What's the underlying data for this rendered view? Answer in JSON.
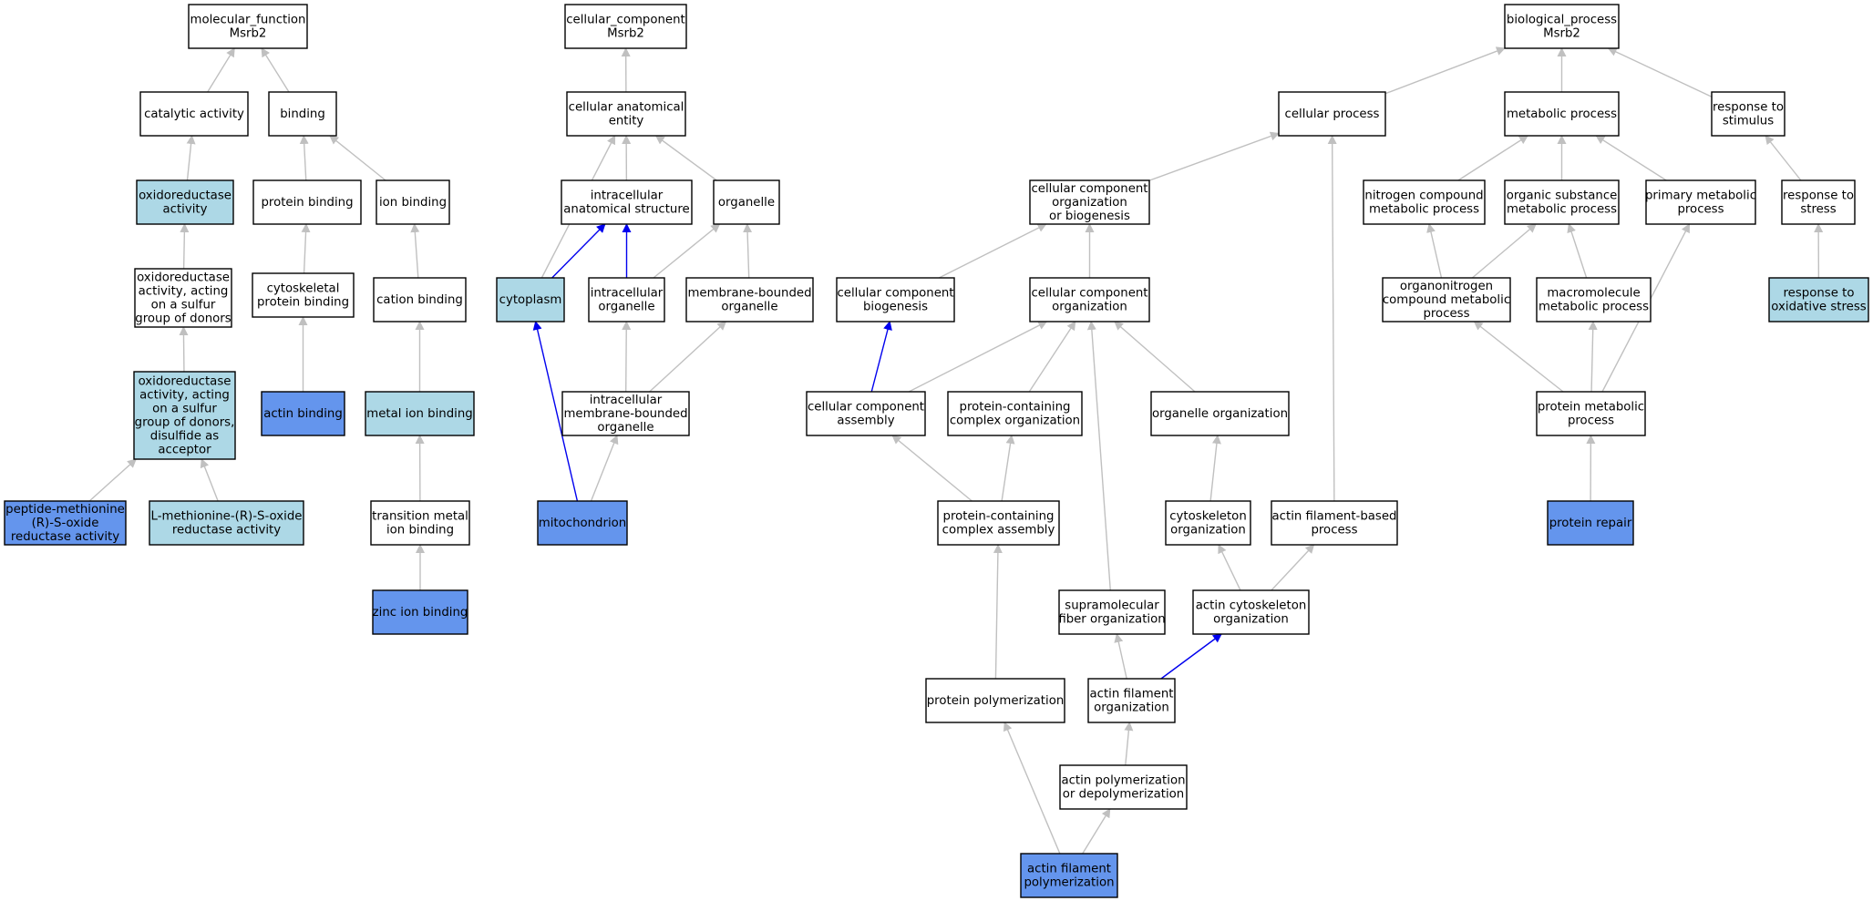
{
  "colors": {
    "default_fill": "#ffffff",
    "light_blue": "#add8e6",
    "medium_blue": "#6495ed",
    "edge_gray": "#c0c0c0",
    "edge_blue": "#0000ee"
  },
  "nodes": [
    {
      "id": "mf",
      "lines": [
        "molecular_function",
        "Msrb2"
      ],
      "fill": "default"
    },
    {
      "id": "catalytic",
      "lines": [
        "catalytic activity"
      ],
      "fill": "default"
    },
    {
      "id": "binding",
      "lines": [
        "binding"
      ],
      "fill": "default"
    },
    {
      "id": "oxred",
      "lines": [
        "oxidoreductase",
        "activity"
      ],
      "fill": "light"
    },
    {
      "id": "protbind",
      "lines": [
        "protein binding"
      ],
      "fill": "default"
    },
    {
      "id": "ionbind",
      "lines": [
        "ion binding"
      ],
      "fill": "default"
    },
    {
      "id": "oxsulfur",
      "lines": [
        "oxidoreductase",
        "activity, acting",
        "on a sulfur",
        "group of donors"
      ],
      "fill": "default"
    },
    {
      "id": "cytoprot",
      "lines": [
        "cytoskeletal",
        "protein binding"
      ],
      "fill": "default"
    },
    {
      "id": "cationbind",
      "lines": [
        "cation binding"
      ],
      "fill": "default"
    },
    {
      "id": "oxdisulf",
      "lines": [
        "oxidoreductase",
        "activity, acting",
        "on a sulfur",
        "group of donors,",
        "disulfide as",
        "acceptor"
      ],
      "fill": "light"
    },
    {
      "id": "actinbind",
      "lines": [
        "actin binding"
      ],
      "fill": "medium"
    },
    {
      "id": "metalbind",
      "lines": [
        "metal ion binding"
      ],
      "fill": "light"
    },
    {
      "id": "pepmet",
      "lines": [
        "peptide-methionine",
        "(R)-S-oxide",
        "reductase activity"
      ],
      "fill": "medium"
    },
    {
      "id": "lmet",
      "lines": [
        "L-methionine-(R)-S-oxide",
        "reductase activity"
      ],
      "fill": "light"
    },
    {
      "id": "transmetal",
      "lines": [
        "transition metal",
        "ion binding"
      ],
      "fill": "default"
    },
    {
      "id": "zincbind",
      "lines": [
        "zinc ion binding"
      ],
      "fill": "medium"
    },
    {
      "id": "cc",
      "lines": [
        "cellular_component",
        "Msrb2"
      ],
      "fill": "default"
    },
    {
      "id": "cae",
      "lines": [
        "cellular anatomical",
        "entity"
      ],
      "fill": "default"
    },
    {
      "id": "ias",
      "lines": [
        "intracellular",
        "anatomical structure"
      ],
      "fill": "default"
    },
    {
      "id": "organelle",
      "lines": [
        "organelle"
      ],
      "fill": "default"
    },
    {
      "id": "cytoplasm",
      "lines": [
        "cytoplasm"
      ],
      "fill": "light"
    },
    {
      "id": "intorg",
      "lines": [
        "intracellular",
        "organelle"
      ],
      "fill": "default"
    },
    {
      "id": "mbo",
      "lines": [
        "membrane-bounded",
        "organelle"
      ],
      "fill": "default"
    },
    {
      "id": "imbo",
      "lines": [
        "intracellular",
        "membrane-bounded",
        "organelle"
      ],
      "fill": "default"
    },
    {
      "id": "mito",
      "lines": [
        "mitochondrion"
      ],
      "fill": "medium"
    },
    {
      "id": "bp",
      "lines": [
        "biological_process",
        "Msrb2"
      ],
      "fill": "default"
    },
    {
      "id": "cellproc",
      "lines": [
        "cellular process"
      ],
      "fill": "default"
    },
    {
      "id": "metproc",
      "lines": [
        "metabolic process"
      ],
      "fill": "default"
    },
    {
      "id": "respstim",
      "lines": [
        "response to",
        "stimulus"
      ],
      "fill": "default"
    },
    {
      "id": "ccob",
      "lines": [
        "cellular component",
        "organization",
        "or biogenesis"
      ],
      "fill": "default"
    },
    {
      "id": "ncmp",
      "lines": [
        "nitrogen compound",
        "metabolic process"
      ],
      "fill": "default"
    },
    {
      "id": "osmp",
      "lines": [
        "organic substance",
        "metabolic process"
      ],
      "fill": "default"
    },
    {
      "id": "pmp",
      "lines": [
        "primary metabolic",
        "process"
      ],
      "fill": "default"
    },
    {
      "id": "respstress",
      "lines": [
        "response to",
        "stress"
      ],
      "fill": "default"
    },
    {
      "id": "ccb",
      "lines": [
        "cellular component",
        "biogenesis"
      ],
      "fill": "default"
    },
    {
      "id": "cco",
      "lines": [
        "cellular component",
        "organization"
      ],
      "fill": "default"
    },
    {
      "id": "oncmp",
      "lines": [
        "organonitrogen",
        "compound metabolic",
        "process"
      ],
      "fill": "default"
    },
    {
      "id": "macmp",
      "lines": [
        "macromolecule",
        "metabolic process"
      ],
      "fill": "default"
    },
    {
      "id": "respox",
      "lines": [
        "response to",
        "oxidative stress"
      ],
      "fill": "light"
    },
    {
      "id": "cca",
      "lines": [
        "cellular component",
        "assembly"
      ],
      "fill": "default"
    },
    {
      "id": "pcco",
      "lines": [
        "protein-containing",
        "complex organization"
      ],
      "fill": "default"
    },
    {
      "id": "orgorg",
      "lines": [
        "organelle organization"
      ],
      "fill": "default"
    },
    {
      "id": "protmp",
      "lines": [
        "protein metabolic",
        "process"
      ],
      "fill": "default"
    },
    {
      "id": "pcca",
      "lines": [
        "protein-containing",
        "complex assembly"
      ],
      "fill": "default"
    },
    {
      "id": "cytoorg",
      "lines": [
        "cytoskeleton",
        "organization"
      ],
      "fill": "default"
    },
    {
      "id": "afbp",
      "lines": [
        "actin filament-based",
        "process"
      ],
      "fill": "default"
    },
    {
      "id": "protrep",
      "lines": [
        "protein repair"
      ],
      "fill": "medium"
    },
    {
      "id": "sfo",
      "lines": [
        "supramolecular",
        "fiber organization"
      ],
      "fill": "default"
    },
    {
      "id": "aco",
      "lines": [
        "actin cytoskeleton",
        "organization"
      ],
      "fill": "default"
    },
    {
      "id": "protpoly",
      "lines": [
        "protein polymerization"
      ],
      "fill": "default"
    },
    {
      "id": "afo",
      "lines": [
        "actin filament",
        "organization"
      ],
      "fill": "default"
    },
    {
      "id": "apd",
      "lines": [
        "actin polymerization",
        "or depolymerization"
      ],
      "fill": "default"
    },
    {
      "id": "afp",
      "lines": [
        "actin filament",
        "polymerization"
      ],
      "fill": "medium"
    }
  ],
  "edges": [
    {
      "from": "catalytic",
      "to": "mf",
      "color": "gray"
    },
    {
      "from": "binding",
      "to": "mf",
      "color": "gray"
    },
    {
      "from": "oxred",
      "to": "catalytic",
      "color": "gray"
    },
    {
      "from": "protbind",
      "to": "binding",
      "color": "gray"
    },
    {
      "from": "ionbind",
      "to": "binding",
      "color": "gray"
    },
    {
      "from": "oxsulfur",
      "to": "oxred",
      "color": "gray"
    },
    {
      "from": "cytoprot",
      "to": "protbind",
      "color": "gray"
    },
    {
      "from": "cationbind",
      "to": "ionbind",
      "color": "gray"
    },
    {
      "from": "oxdisulf",
      "to": "oxsulfur",
      "color": "gray"
    },
    {
      "from": "actinbind",
      "to": "cytoprot",
      "color": "gray"
    },
    {
      "from": "metalbind",
      "to": "cationbind",
      "color": "gray"
    },
    {
      "from": "pepmet",
      "to": "oxdisulf",
      "color": "gray"
    },
    {
      "from": "lmet",
      "to": "oxdisulf",
      "color": "gray"
    },
    {
      "from": "transmetal",
      "to": "metalbind",
      "color": "gray"
    },
    {
      "from": "zincbind",
      "to": "transmetal",
      "color": "gray"
    },
    {
      "from": "cae",
      "to": "cc",
      "color": "gray"
    },
    {
      "from": "ias",
      "to": "cae",
      "color": "gray"
    },
    {
      "from": "organelle",
      "to": "cae",
      "color": "gray"
    },
    {
      "from": "cytoplasm",
      "to": "cae",
      "color": "gray"
    },
    {
      "from": "cytoplasm",
      "to": "ias",
      "color": "blue"
    },
    {
      "from": "intorg",
      "to": "ias",
      "color": "blue"
    },
    {
      "from": "intorg",
      "to": "organelle",
      "color": "gray"
    },
    {
      "from": "mbo",
      "to": "organelle",
      "color": "gray"
    },
    {
      "from": "imbo",
      "to": "intorg",
      "color": "gray"
    },
    {
      "from": "imbo",
      "to": "mbo",
      "color": "gray"
    },
    {
      "from": "mito",
      "to": "cytoplasm",
      "color": "blue"
    },
    {
      "from": "mito",
      "to": "imbo",
      "color": "gray"
    },
    {
      "from": "cellproc",
      "to": "bp",
      "color": "gray"
    },
    {
      "from": "metproc",
      "to": "bp",
      "color": "gray"
    },
    {
      "from": "respstim",
      "to": "bp",
      "color": "gray"
    },
    {
      "from": "ccob",
      "to": "cellproc",
      "color": "gray"
    },
    {
      "from": "ncmp",
      "to": "metproc",
      "color": "gray"
    },
    {
      "from": "osmp",
      "to": "metproc",
      "color": "gray"
    },
    {
      "from": "pmp",
      "to": "metproc",
      "color": "gray"
    },
    {
      "from": "respstress",
      "to": "respstim",
      "color": "gray"
    },
    {
      "from": "ccb",
      "to": "ccob",
      "color": "gray"
    },
    {
      "from": "cco",
      "to": "ccob",
      "color": "gray"
    },
    {
      "from": "oncmp",
      "to": "ncmp",
      "color": "gray"
    },
    {
      "from": "oncmp",
      "to": "osmp",
      "color": "gray"
    },
    {
      "from": "macmp",
      "to": "osmp",
      "color": "gray"
    },
    {
      "from": "respox",
      "to": "respstress",
      "color": "gray"
    },
    {
      "from": "cca",
      "to": "ccb",
      "color": "blue"
    },
    {
      "from": "cca",
      "to": "cco",
      "color": "gray"
    },
    {
      "from": "pcco",
      "to": "cco",
      "color": "gray"
    },
    {
      "from": "orgorg",
      "to": "cco",
      "color": "gray"
    },
    {
      "from": "sfo",
      "to": "cco",
      "color": "gray"
    },
    {
      "from": "protmp",
      "to": "oncmp",
      "color": "gray"
    },
    {
      "from": "protmp",
      "to": "macmp",
      "color": "gray"
    },
    {
      "from": "protmp",
      "to": "pmp",
      "color": "gray"
    },
    {
      "from": "pcca",
      "to": "cca",
      "color": "gray"
    },
    {
      "from": "pcca",
      "to": "pcco",
      "color": "gray"
    },
    {
      "from": "cytoorg",
      "to": "orgorg",
      "color": "gray"
    },
    {
      "from": "afbp",
      "to": "cellproc",
      "color": "gray"
    },
    {
      "from": "protrep",
      "to": "protmp",
      "color": "gray"
    },
    {
      "from": "aco",
      "to": "cytoorg",
      "color": "gray"
    },
    {
      "from": "aco",
      "to": "afbp",
      "color": "gray"
    },
    {
      "from": "afo",
      "to": "sfo",
      "color": "gray"
    },
    {
      "from": "afo",
      "to": "aco",
      "color": "blue"
    },
    {
      "from": "protpoly",
      "to": "pcca",
      "color": "gray"
    },
    {
      "from": "apd",
      "to": "afo",
      "color": "gray"
    },
    {
      "from": "afp",
      "to": "protpoly",
      "color": "gray"
    },
    {
      "from": "afp",
      "to": "apd",
      "color": "gray"
    }
  ]
}
